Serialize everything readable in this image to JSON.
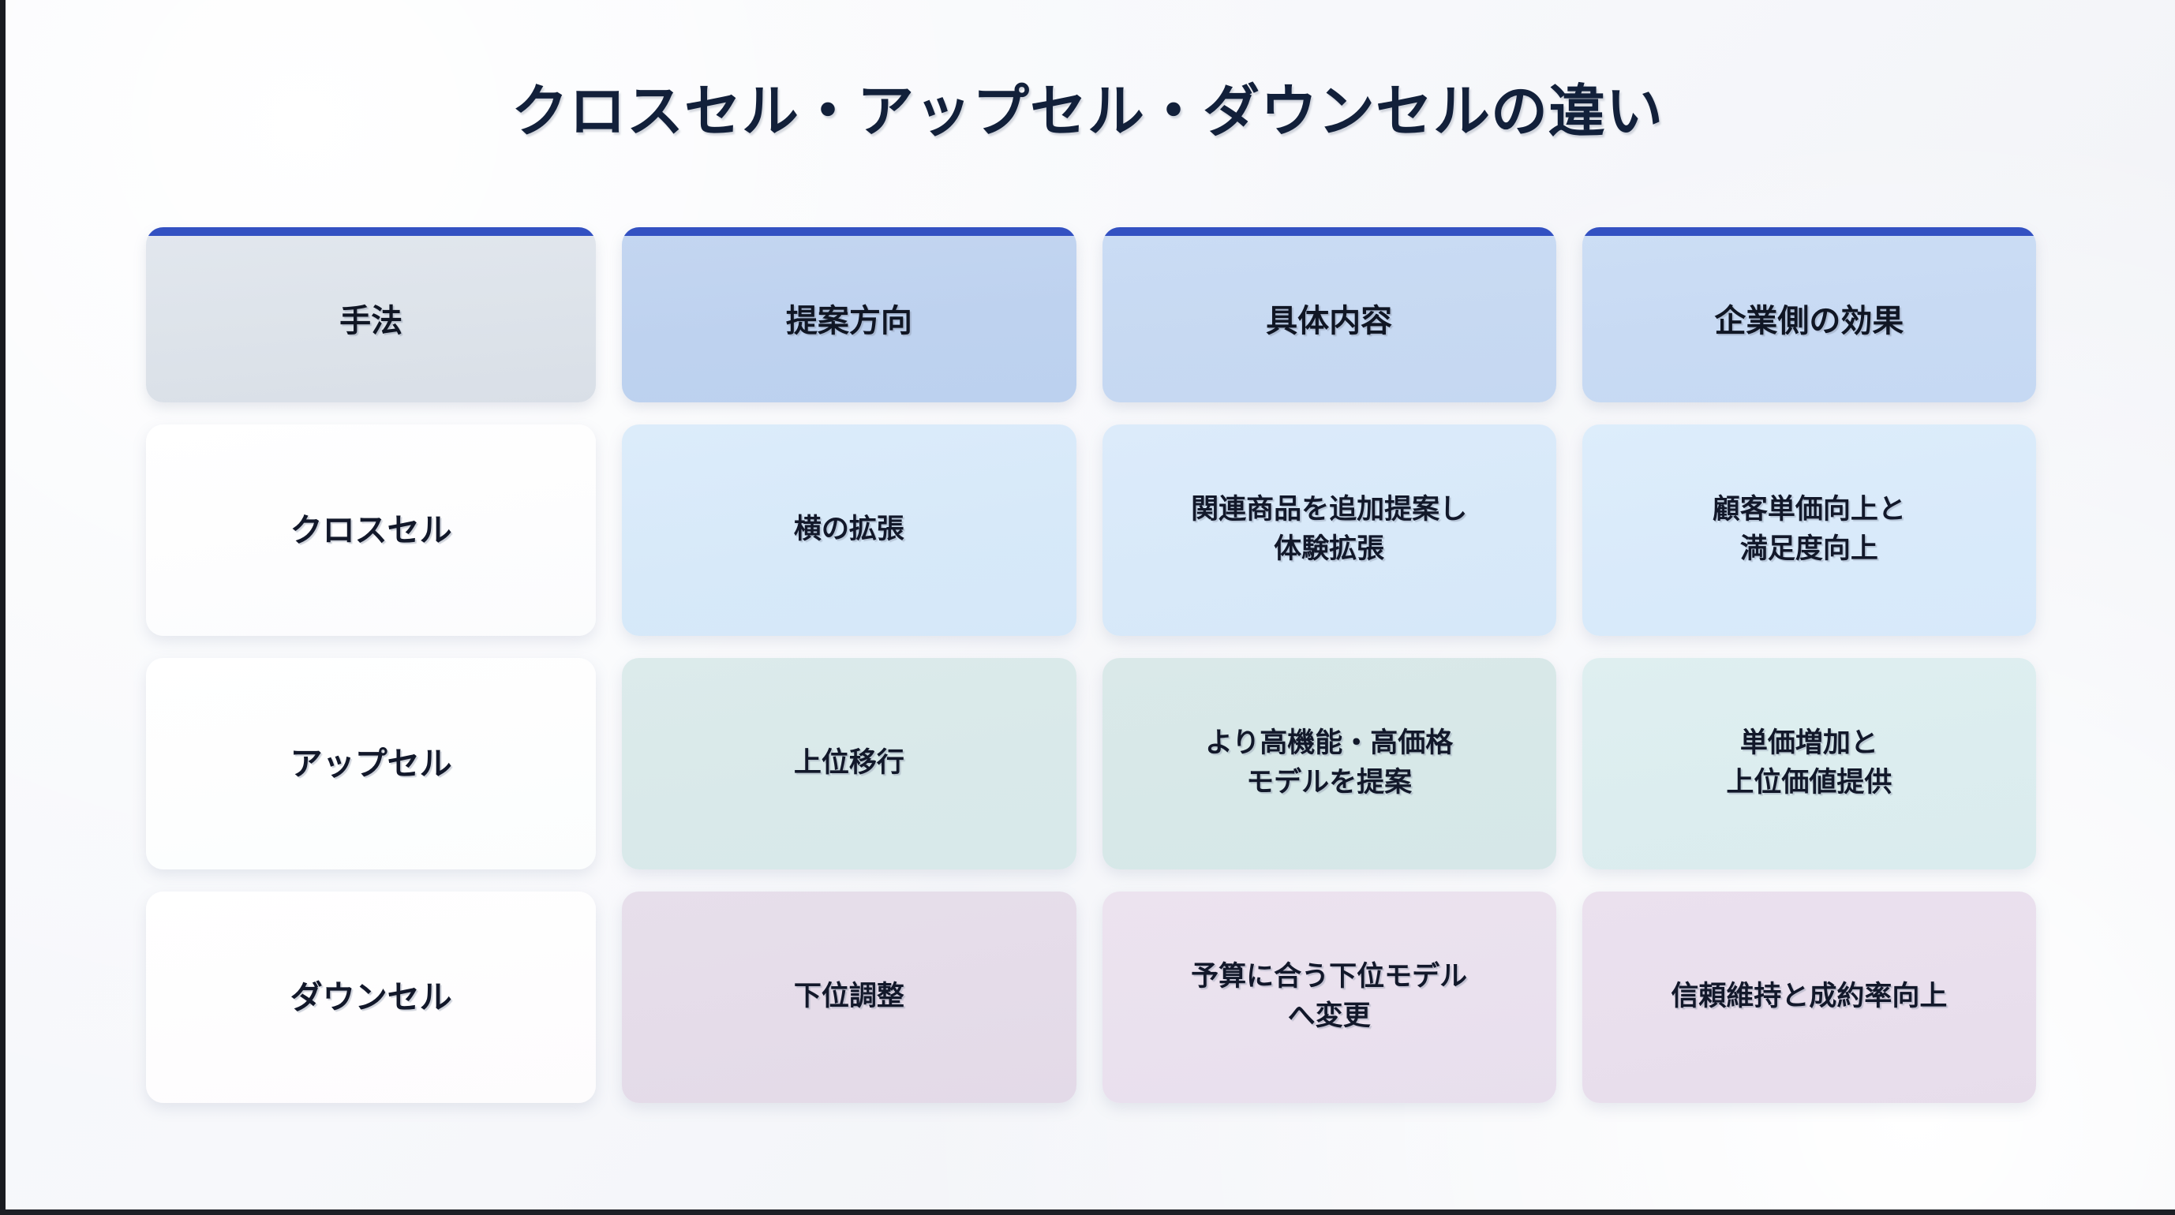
{
  "slide": {
    "title": "クロスセル・アップセル・ダウンセルの違い"
  },
  "colors": {
    "header_accent_bar": "#3351c2",
    "title_text": "#12203a",
    "body_text": "#12182a",
    "background": "#f4f6fa",
    "row_cross_sell": "#d7e9f9",
    "row_up_sell": "#d9e9ea",
    "row_down_sell": "#e5dce9"
  },
  "table": {
    "headers": [
      {
        "label": "手法"
      },
      {
        "label": "提案方向"
      },
      {
        "label": "具体内容"
      },
      {
        "label": "企業側の効果"
      }
    ],
    "rows": [
      {
        "method": "クロスセル",
        "direction": "横の拡張",
        "detail_lines": [
          "関連商品を追加提案し",
          "体験拡張"
        ],
        "effect_lines": [
          "顧客単価向上と",
          "満足度向上"
        ]
      },
      {
        "method": "アップセル",
        "direction": "上位移行",
        "detail_lines": [
          "より高機能・高価格",
          "モデルを提案"
        ],
        "effect_lines": [
          "単価増加と",
          "上位価値提供"
        ]
      },
      {
        "method": "ダウンセル",
        "direction": "下位調整",
        "detail_lines": [
          "予算に合う下位モデル",
          "へ変更"
        ],
        "effect_lines": [
          "信頼維持と成約率向上"
        ]
      }
    ]
  }
}
